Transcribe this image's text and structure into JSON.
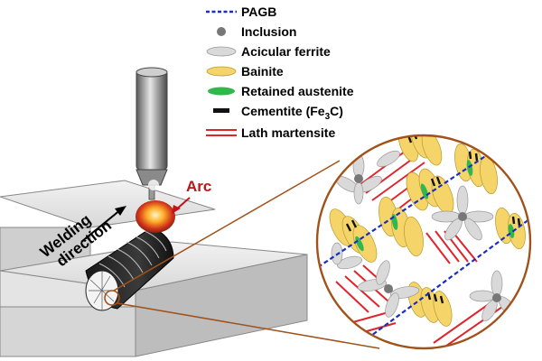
{
  "legend": {
    "items": [
      {
        "key": "pagb",
        "label": "PAGB",
        "color": "#1b2fbf"
      },
      {
        "key": "inclusion",
        "label": "Inclusion",
        "color": "#777777"
      },
      {
        "key": "acicular",
        "label": "Acicular ferrite",
        "color": "#d9d9d9"
      },
      {
        "key": "bainite",
        "label": "Bainite",
        "color": "#f5d46a"
      },
      {
        "key": "retained",
        "label": "Retained austenite",
        "color": "#2fb84b"
      },
      {
        "key": "cementite",
        "label": "Cementite (Fe",
        "sub": "3",
        "tail": "C)",
        "color": "#111111"
      },
      {
        "key": "martensite",
        "label": "Lath martensite",
        "color": "#e0242b"
      }
    ]
  },
  "labels": {
    "arc": "Arc",
    "welding": "Welding",
    "direction": "direction"
  },
  "colors": {
    "zoom_outline": "#a0521a",
    "arc_red": "#c0141a"
  }
}
